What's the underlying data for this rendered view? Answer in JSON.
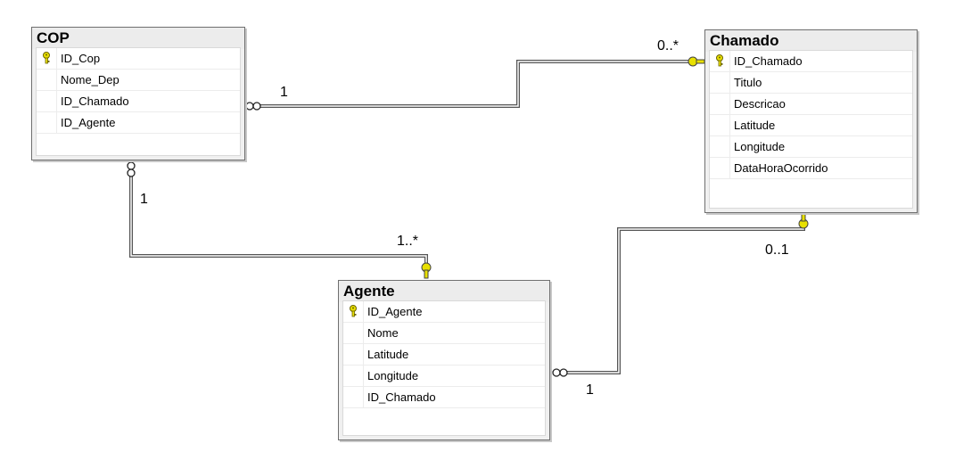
{
  "tables": {
    "cop": {
      "name": "COP",
      "columns": [
        {
          "name": "ID_Cop",
          "pk": true
        },
        {
          "name": "Nome_Dep",
          "pk": false
        },
        {
          "name": "ID_Chamado",
          "pk": false
        },
        {
          "name": "ID_Agente",
          "pk": false
        }
      ]
    },
    "chamado": {
      "name": "Chamado",
      "columns": [
        {
          "name": "ID_Chamado",
          "pk": true
        },
        {
          "name": "Titulo",
          "pk": false
        },
        {
          "name": "Descricao",
          "pk": false
        },
        {
          "name": "Latitude",
          "pk": false
        },
        {
          "name": "Longitude",
          "pk": false
        },
        {
          "name": "DataHoraOcorrido",
          "pk": false
        }
      ]
    },
    "agente": {
      "name": "Agente",
      "columns": [
        {
          "name": "ID_Agente",
          "pk": true
        },
        {
          "name": "Nome",
          "pk": false
        },
        {
          "name": "Latitude",
          "pk": false
        },
        {
          "name": "Longitude",
          "pk": false
        },
        {
          "name": "ID_Chamado",
          "pk": false
        }
      ]
    }
  },
  "relationships": {
    "cop_chamado": {
      "from_label": "1",
      "to_label": "0..*"
    },
    "cop_agente": {
      "from_label": "1",
      "to_label": "1..*"
    },
    "agente_chamado": {
      "from_label": "1",
      "to_label": "0..1"
    }
  },
  "colors": {
    "key": "#e8e000",
    "key_outline": "#6b6400",
    "line": "#555555"
  }
}
